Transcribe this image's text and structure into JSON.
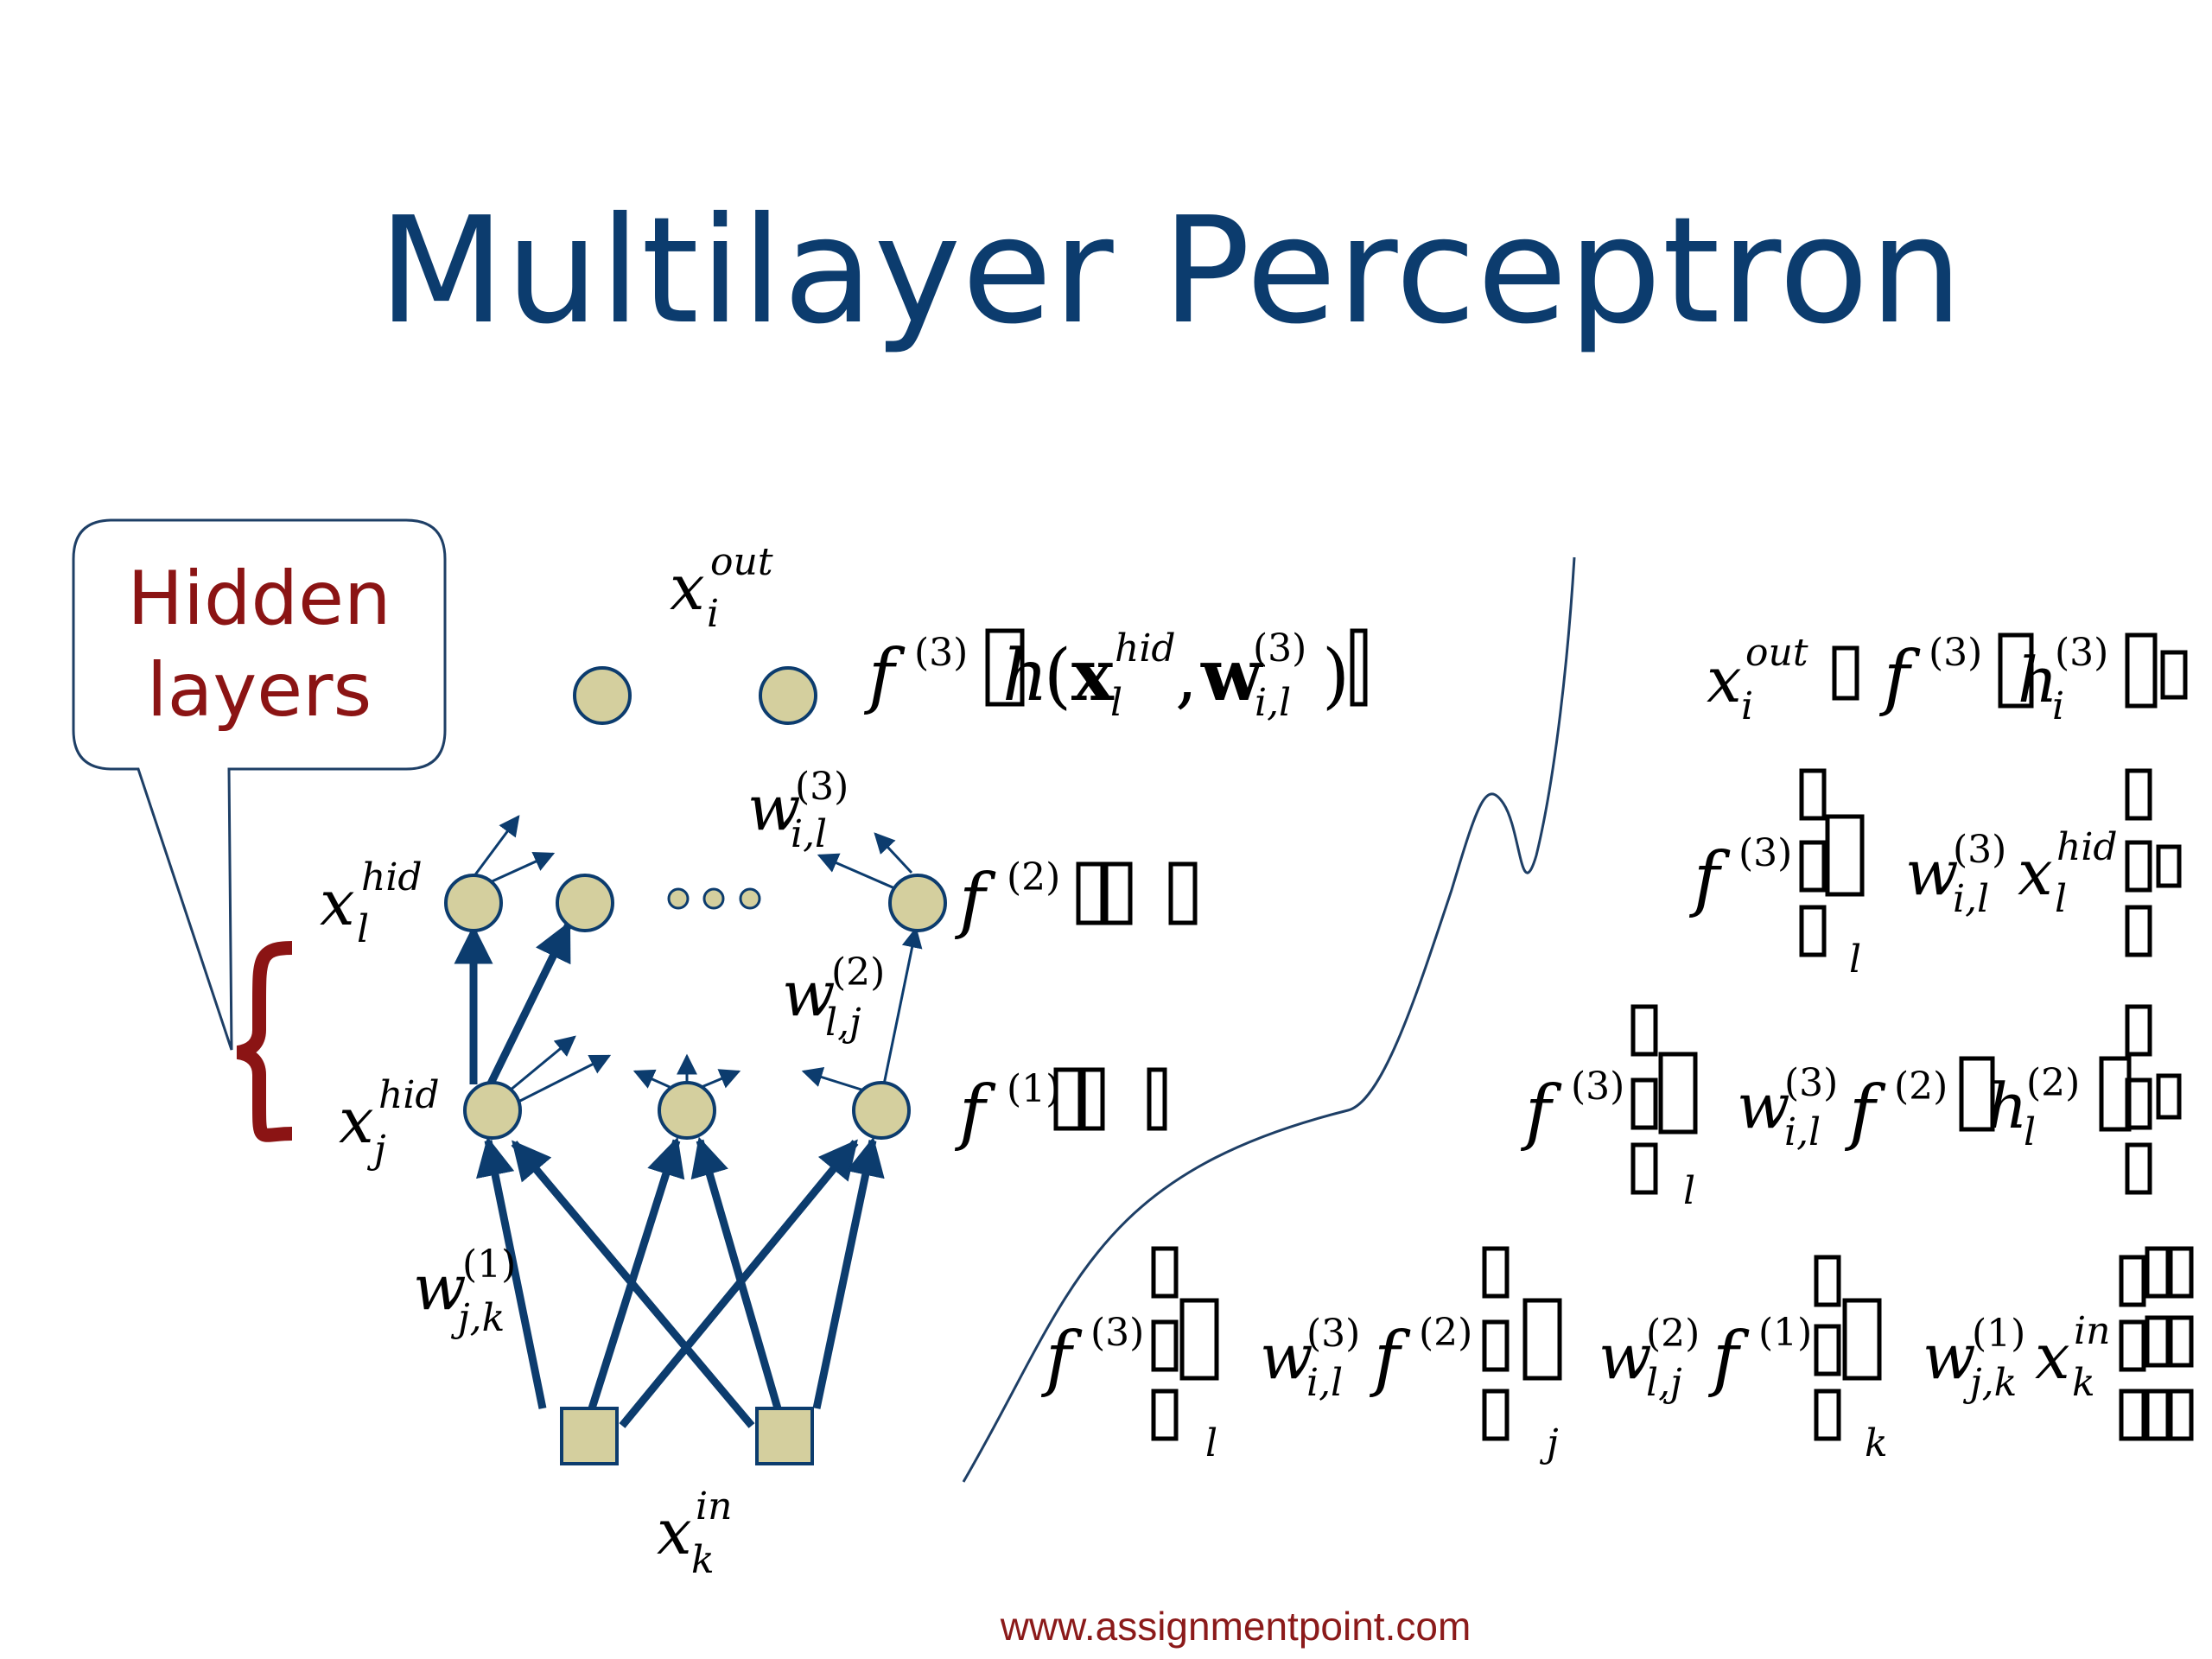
{
  "title": "Multilayer Perceptron",
  "callout": {
    "line1": "Hidden",
    "line2": "layers"
  },
  "footer": "www.assignmentpoint.com",
  "colors": {
    "title": "#0c3c6e",
    "callout_text": "#8b1414",
    "node_fill": "#d4cf9e",
    "edge": "#0c3c6e"
  },
  "labels": {
    "x_out_base": "x",
    "x_out_sup": "out",
    "x_out_sub": "i",
    "x_hid_l_base": "x",
    "x_hid_l_sup": "hid",
    "x_hid_l_sub": "l",
    "x_hid_j_base": "x",
    "x_hid_j_sup": "hid",
    "x_hid_j_sub": "j",
    "x_in_base": "x",
    "x_in_sup": "in",
    "x_in_sub": "k",
    "w3_base": "w",
    "w3_sup": "(3)",
    "w3_sub": "i,l",
    "w2_base": "w",
    "w2_sup": "(2)",
    "w2_sub": "l,j",
    "w1_base": "w",
    "w1_sup": "(1)",
    "w1_sub": "j,k"
  },
  "equations": {
    "f": "f",
    "sup3": "(3)",
    "sup2": "(2)",
    "sup1": "(1)",
    "h": "h",
    "paren_open": "(",
    "paren_close": ")",
    "comma": ",",
    "x_bold": "x",
    "w_bold": "w",
    "hid": "hid",
    "sub_l": "l",
    "sub_il": "i,l",
    "sub_i": "i",
    "sub_j": "j",
    "sub_k": "k",
    "out": "out",
    "in": "in",
    "sub_jk": "j,k",
    "sub_lj": "l,j",
    "x": "x",
    "w": "w"
  }
}
